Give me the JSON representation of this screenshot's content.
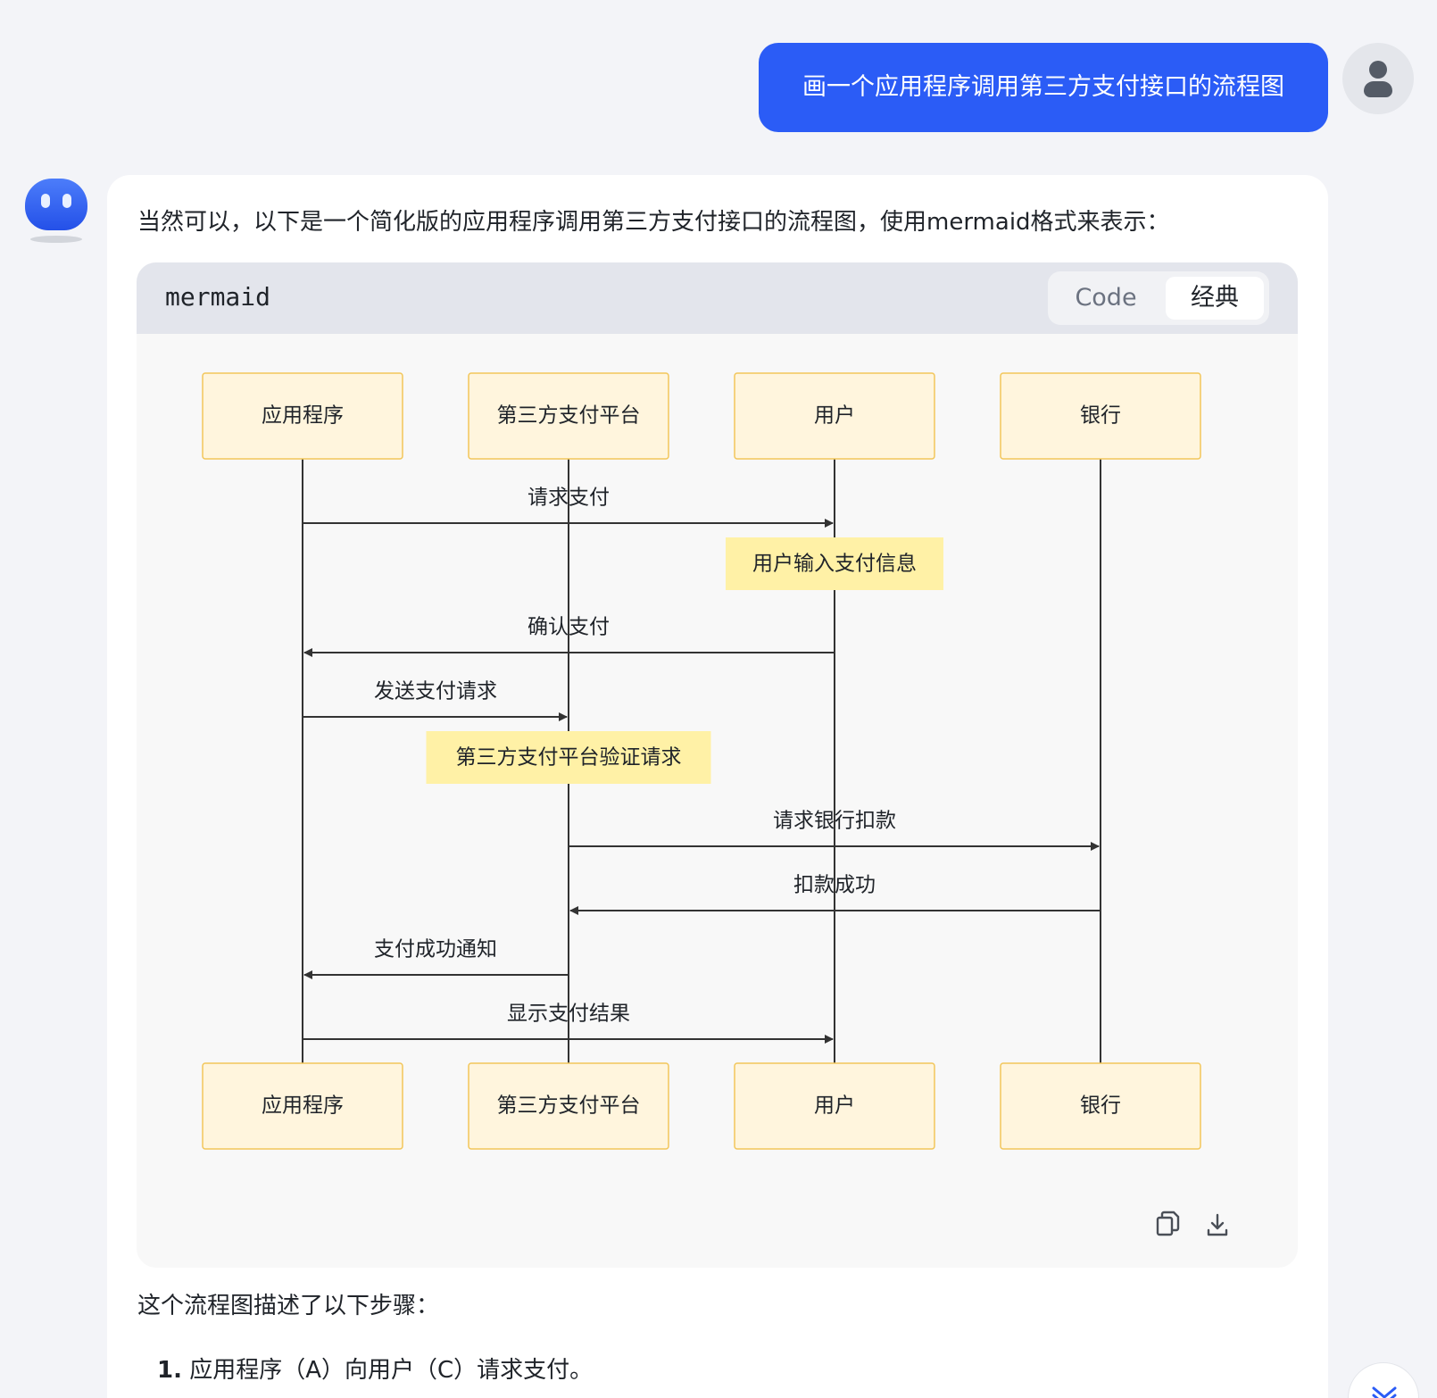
{
  "user_message": "画一个应用程序调用第三方支付接口的流程图",
  "assistant": {
    "intro": "当然可以，以下是一个简化版的应用程序调用第三方支付接口的流程图，使用mermaid格式来表示：",
    "code_block": {
      "language": "mermaid",
      "tabs": [
        "Code",
        "经典"
      ],
      "active_tab": "经典",
      "actions": [
        "copy-icon",
        "download-icon"
      ]
    },
    "summary": "这个流程图描述了以下步骤：",
    "steps": [
      {
        "num": "1.",
        "text": "应用程序（A）向用户（C）请求支付。"
      }
    ]
  },
  "chart_data": {
    "type": "sequence",
    "participants": [
      "应用程序",
      "第三方支付平台",
      "用户",
      "银行"
    ],
    "events": [
      {
        "kind": "message",
        "from": 0,
        "to": 2,
        "label": "请求支付"
      },
      {
        "kind": "note",
        "over": 2,
        "label": "用户输入支付信息"
      },
      {
        "kind": "message",
        "from": 2,
        "to": 0,
        "label": "确认支付"
      },
      {
        "kind": "message",
        "from": 0,
        "to": 1,
        "label": "发送支付请求"
      },
      {
        "kind": "note",
        "over": 1,
        "label": "第三方支付平台验证请求"
      },
      {
        "kind": "message",
        "from": 1,
        "to": 3,
        "label": "请求银行扣款"
      },
      {
        "kind": "message",
        "from": 3,
        "to": 1,
        "label": "扣款成功"
      },
      {
        "kind": "message",
        "from": 1,
        "to": 0,
        "label": "支付成功通知"
      },
      {
        "kind": "message",
        "from": 0,
        "to": 2,
        "label": "显示支付结果"
      }
    ]
  },
  "colors": {
    "accent": "#2b5cf6",
    "actor_fill": "#fff5dd",
    "actor_border": "#f2c65a",
    "note_fill": "#fff1a6",
    "line": "#333333"
  }
}
